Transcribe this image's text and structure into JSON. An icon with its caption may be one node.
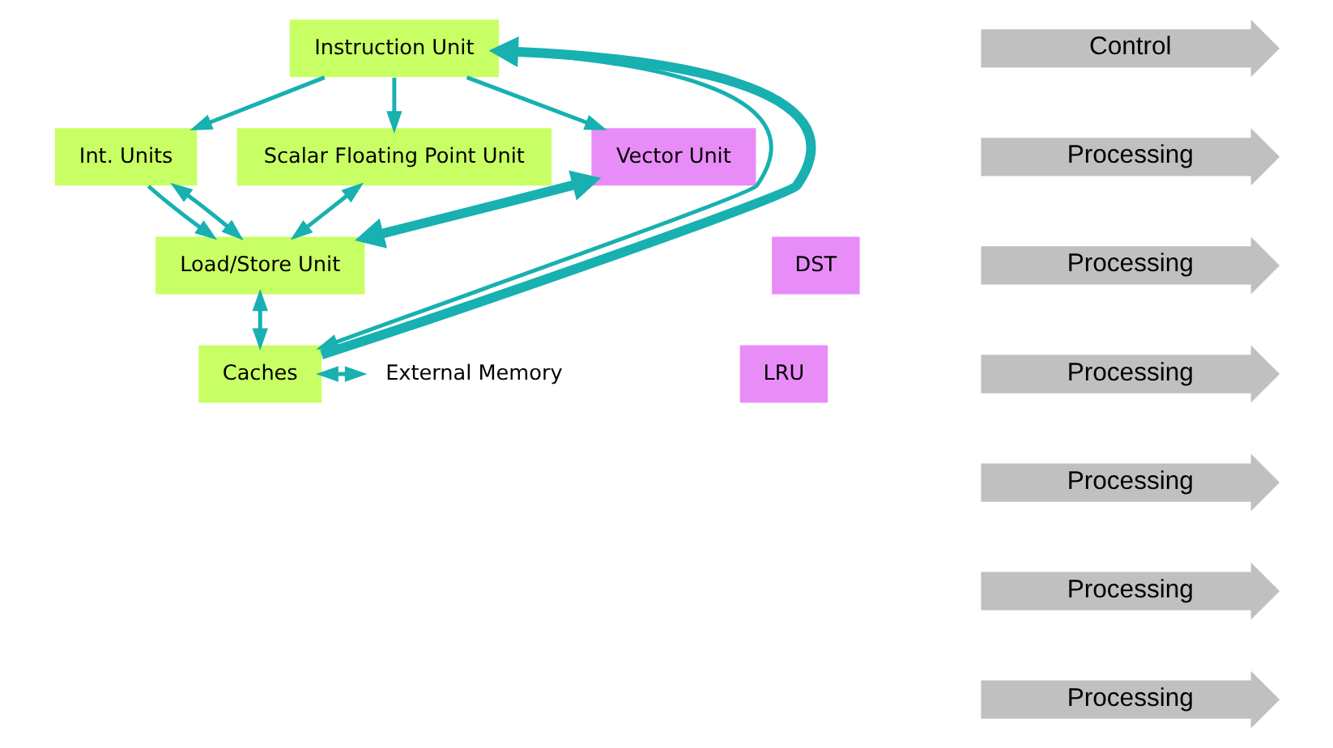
{
  "diagram": {
    "nodes": [
      {
        "text": [
          "Instruction Unit"
        ]
      },
      {
        "text": [
          "Int. Units"
        ]
      },
      {
        "text": [
          "Scalar Floating Point Unit"
        ]
      },
      {
        "text": [
          "Vector Unit"
        ]
      },
      {
        "text": [
          "Load/Store Unit"
        ]
      },
      {
        "text": [
          "DST"
        ]
      },
      {
        "text": [
          "Caches"
        ]
      },
      {
        "text": [
          "LRU"
        ]
      },
      {
        "text": [
          "External Memory"
        ]
      },
      {
        "text": [
          "Control"
        ]
      },
      {
        "text": [
          "Processing"
        ]
      },
      {
        "text": [
          "Processing"
        ]
      },
      {
        "text": [
          "Processing"
        ]
      },
      {
        "text": [
          "Processing"
        ]
      },
      {
        "text": [
          "Processing"
        ]
      },
      {
        "text": [
          "Processing"
        ]
      }
    ],
    "edges": [
      {
        "from": 0,
        "to": 1,
        "arrow": "to"
      },
      {
        "from": 0,
        "to": 2,
        "arrow": "to"
      },
      {
        "from": 0,
        "to": 3,
        "arrow": "to"
      },
      {
        "from": 6,
        "to": 0,
        "arrow": "to",
        "style": "thick"
      },
      {
        "from": 0,
        "to": 6,
        "arrow": "to"
      },
      {
        "from": 4,
        "to": 1,
        "arrow": "both"
      },
      {
        "from": 1,
        "to": 4,
        "arrow": "to"
      },
      {
        "from": 2,
        "to": 4,
        "arrow": "both"
      },
      {
        "from": 3,
        "to": 4,
        "arrow": "both",
        "style": "thick"
      },
      {
        "from": 4,
        "to": 6,
        "arrow": "both"
      },
      {
        "from": 6,
        "to": 8,
        "arrow": "both"
      }
    ]
  }
}
